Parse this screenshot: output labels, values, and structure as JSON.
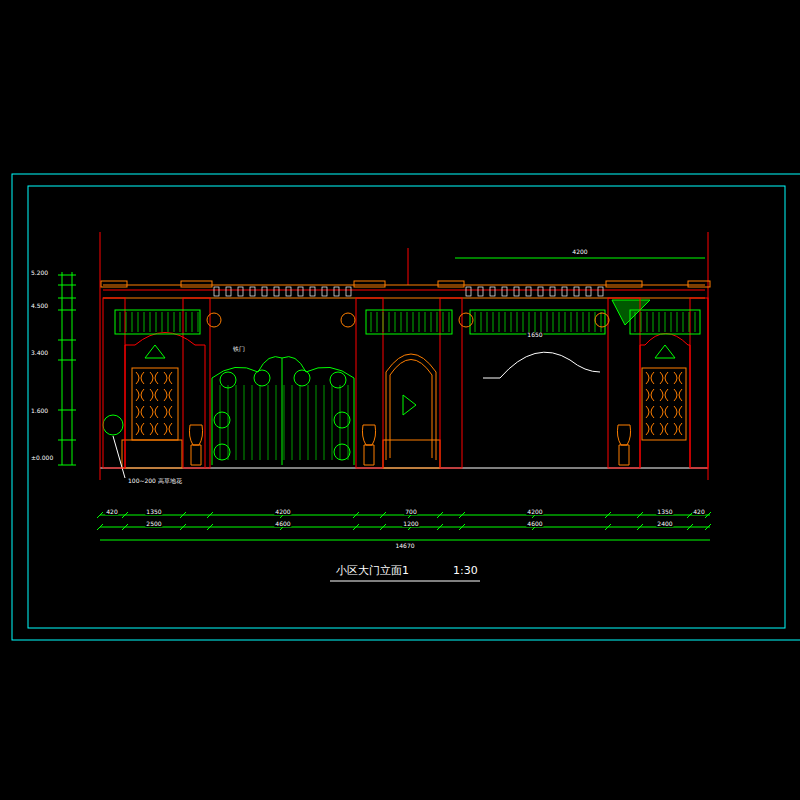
{
  "diagram": {
    "title": "小区大门立面1",
    "caption": "1:30",
    "labels": [
      "100~200 高草地花",
      "铁门",
      "4200",
      "4200",
      "1350",
      "1350",
      "420",
      "420",
      "700",
      "4600",
      "4600",
      "2500",
      "2400",
      "1200",
      "14670",
      "4200",
      "±0.000",
      "4.500",
      "5.200",
      "3.400",
      "1.600",
      "1650"
    ]
  }
}
